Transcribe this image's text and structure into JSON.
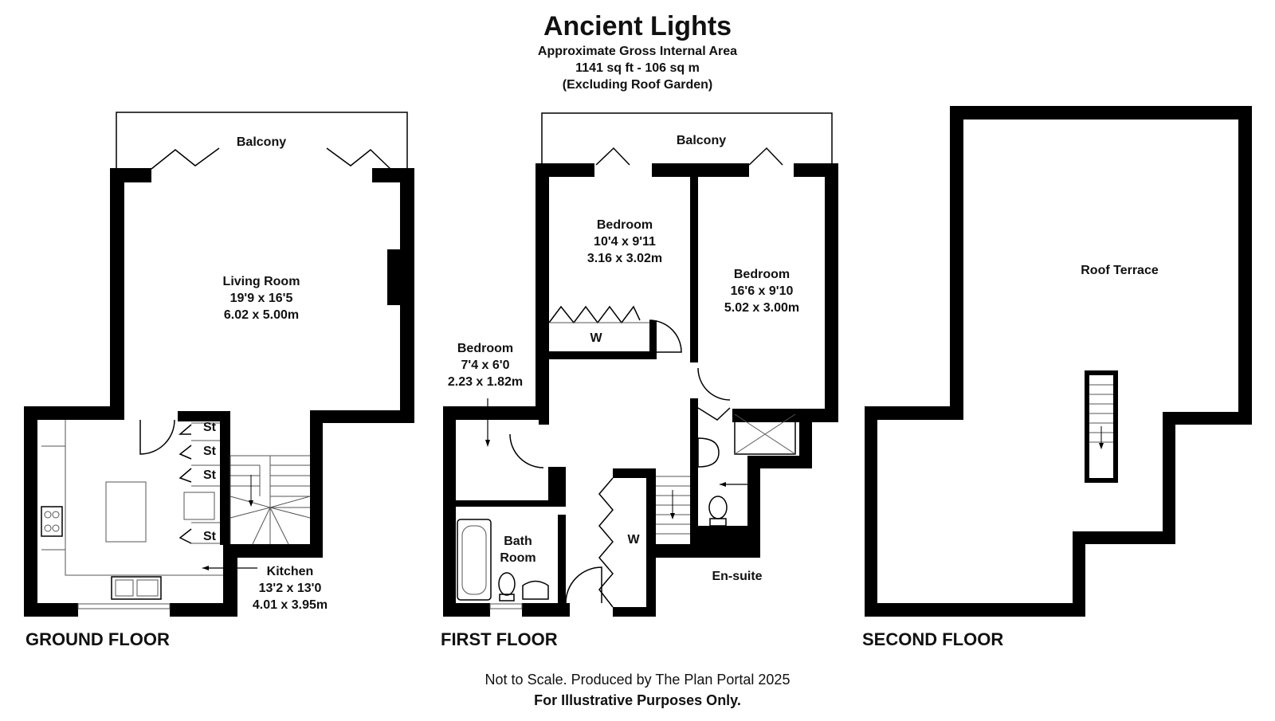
{
  "header": {
    "title": "Ancient Lights",
    "line1": "Approximate Gross Internal Area",
    "line2": "1141 sq ft - 106 sq m",
    "line3": "(Excluding Roof Garden)"
  },
  "floors": {
    "ground": {
      "label": "GROUND FLOOR",
      "balcony": "Balcony",
      "living_name": "Living Room",
      "living_imperial": "19'9 x 16'5",
      "living_metric": "6.02 x 5.00m",
      "kitchen_name": "Kitchen",
      "kitchen_imperial": "13'2 x 13'0",
      "kitchen_metric": "4.01 x 3.95m",
      "store1": "St",
      "store2": "St",
      "store3": "St",
      "store4": "St"
    },
    "first": {
      "label": "FIRST FLOOR",
      "balcony": "Balcony",
      "bed1_name": "Bedroom",
      "bed1_imperial": "10'4 x 9'11",
      "bed1_metric": "3.16 x 3.02m",
      "bed2_name": "Bedroom",
      "bed2_imperial": "16'6 x 9'10",
      "bed2_metric": "5.02 x 3.00m",
      "bed3_name": "Bedroom",
      "bed3_imperial": "7'4 x 6'0",
      "bed3_metric": "2.23 x 1.82m",
      "wardrobe1": "W",
      "wardrobe2": "W",
      "bath_line1": "Bath",
      "bath_line2": "Room",
      "ensuite": "En-suite"
    },
    "second": {
      "label": "SECOND FLOOR",
      "terrace": "Roof Terrace"
    }
  },
  "footer": {
    "line1": "Not to Scale. Produced by The Plan Portal 2025",
    "line2": "For Illustrative Purposes Only."
  }
}
